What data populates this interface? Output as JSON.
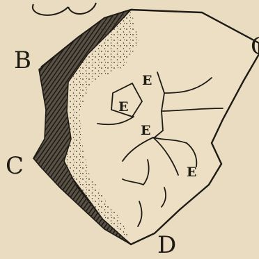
{
  "figure": {
    "paper_color": "#e9dcc0",
    "ink_color": "#1e1a14",
    "labels": {
      "b": "B",
      "c": "C",
      "d": "D",
      "c_edge": "C",
      "e1": "E",
      "e2": "E",
      "e3": "E",
      "e4": "E"
    }
  }
}
